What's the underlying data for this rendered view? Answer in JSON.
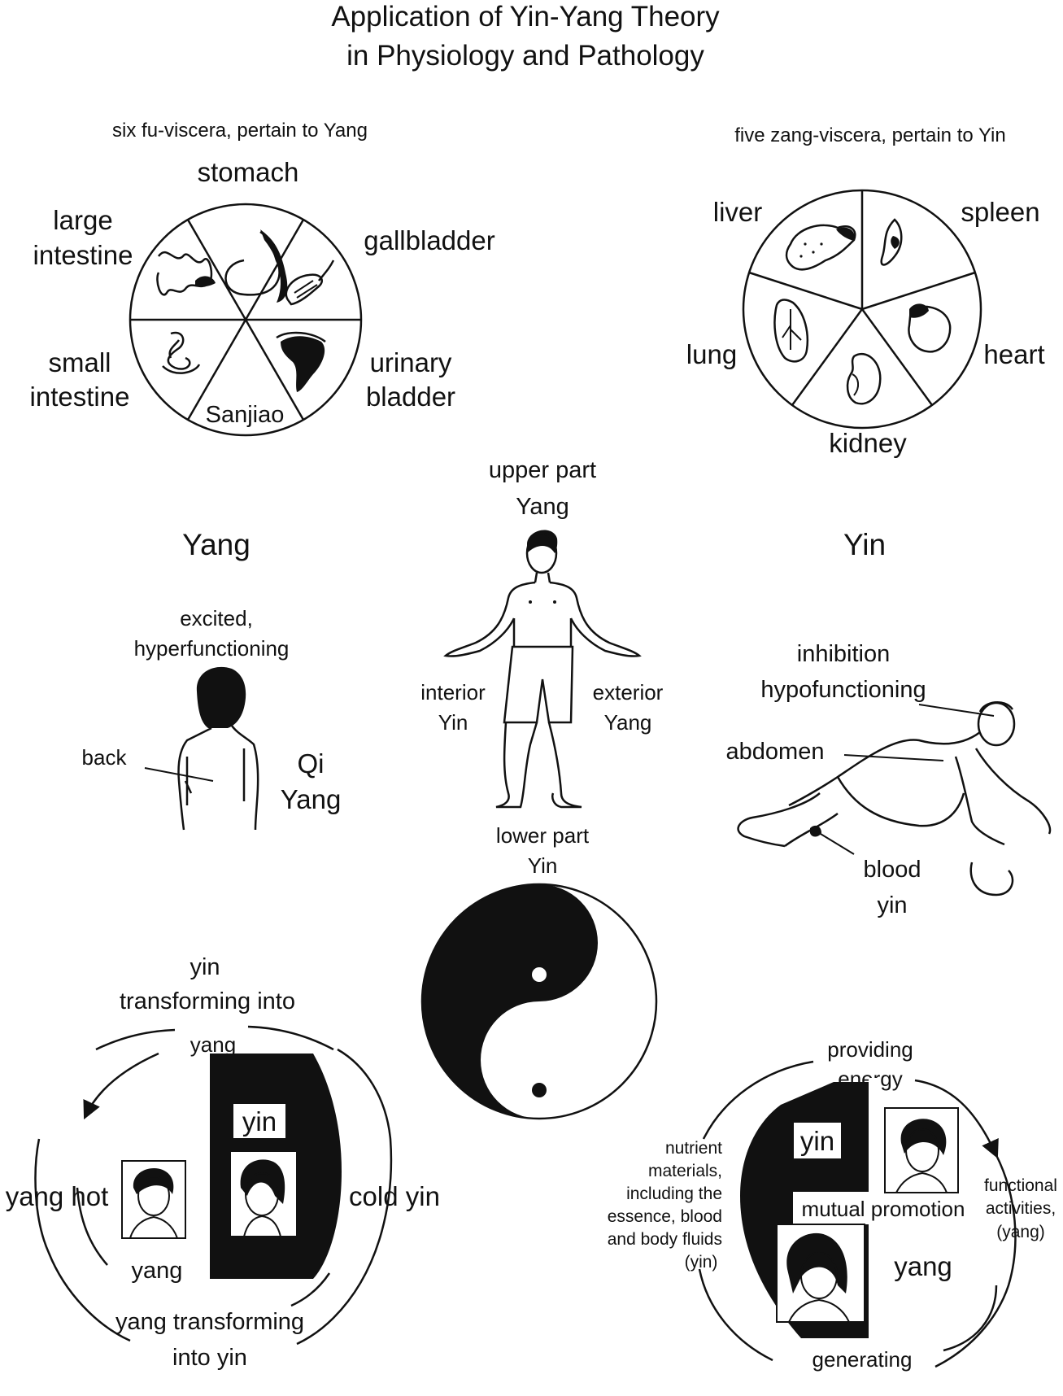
{
  "title": {
    "line1": "Application of Yin-Yang Theory",
    "line2": "in Physiology and Pathology"
  },
  "fu_viscera": {
    "caption": "six fu-viscera, pertain to Yang",
    "stomach": "stomach",
    "gallbladder": "gallbladder",
    "large_intestine_1": "large",
    "large_intestine_2": "intestine",
    "small_intestine_1": "small",
    "small_intestine_2": "intestine",
    "urinary_bladder_1": "urinary",
    "urinary_bladder_2": "bladder",
    "sanjiao": "Sanjiao"
  },
  "zang_viscera": {
    "caption": "five zang-viscera, pertain to Yin",
    "liver": "liver",
    "spleen": "spleen",
    "lung": "lung",
    "heart": "heart",
    "kidney": "kidney"
  },
  "body_center": {
    "upper_1": "upper part",
    "upper_2": "Yang",
    "interior_1": "interior",
    "interior_2": "Yin",
    "exterior_1": "exterior",
    "exterior_2": "Yang",
    "lower_1": "lower part",
    "lower_2": "Yin"
  },
  "yang_side": {
    "heading": "Yang",
    "excited_1": "excited,",
    "excited_2": "hyperfunctioning",
    "back": "back",
    "qi_1": "Qi",
    "qi_2": "Yang"
  },
  "yin_side": {
    "heading": "Yin",
    "inhibition_1": "inhibition",
    "inhibition_2": "hypofunctioning",
    "abdomen": "abdomen",
    "blood_1": "blood",
    "blood_2": "yin"
  },
  "transform": {
    "top_1": "yin",
    "top_2": "transforming into",
    "top_3": "yang",
    "yang_hot": "yang hot",
    "cold_yin": "cold yin",
    "yin_box": "yin",
    "yang_lower": "yang",
    "bottom_1": "yang transforming",
    "bottom_2": "into yin"
  },
  "promotion": {
    "top_1": "providing",
    "top_2": "energy",
    "nutrient": [
      "nutrient",
      "materials,",
      "including the",
      "essence, blood",
      "and body fluids",
      "(yin)"
    ],
    "functional": [
      "functional",
      "activities,",
      "(yang)"
    ],
    "yin_box": "yin",
    "mutual": "mutual promotion",
    "yang": "yang",
    "generating": "generating"
  },
  "colors": {
    "ink": "#111111",
    "paper": "#ffffff"
  }
}
